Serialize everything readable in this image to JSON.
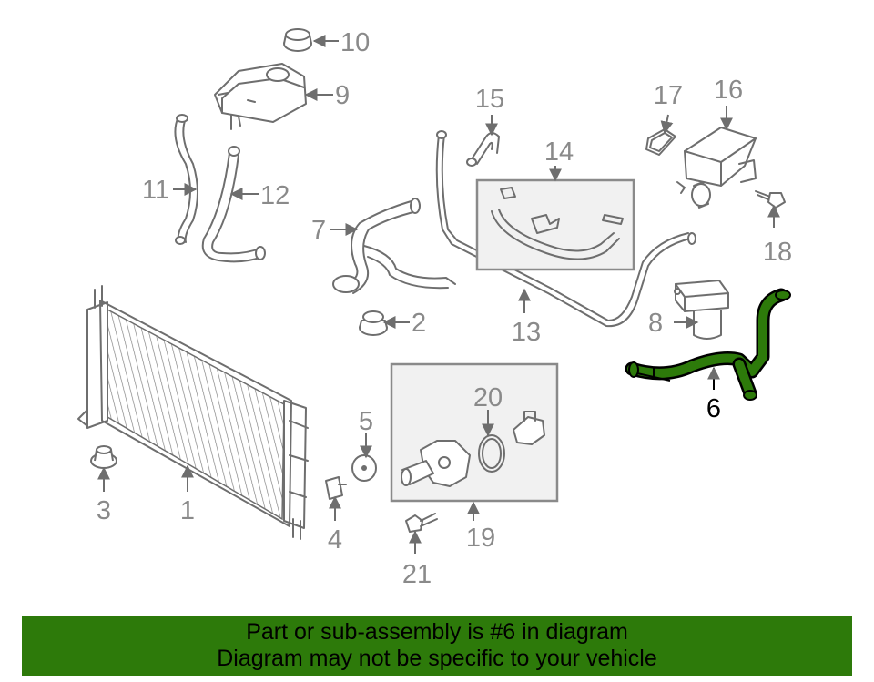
{
  "highlighted_part": "6",
  "colors": {
    "highlight": "#2d7a0a",
    "part_stroke": "#6e6e6e",
    "label": "#8a8a8a"
  },
  "callouts": {
    "c1": "1",
    "c2": "2",
    "c3": "3",
    "c4": "4",
    "c5": "5",
    "c6": "6",
    "c7": "7",
    "c8": "8",
    "c9": "9",
    "c10": "10",
    "c11": "11",
    "c12": "12",
    "c13": "13",
    "c14": "14",
    "c15": "15",
    "c16": "16",
    "c17": "17",
    "c18": "18",
    "c19": "19",
    "c20": "20",
    "c21": "21"
  },
  "banner": {
    "line1": "Part or sub-assembly is #6 in diagram",
    "line2": "Diagram may not be specific to your vehicle"
  }
}
